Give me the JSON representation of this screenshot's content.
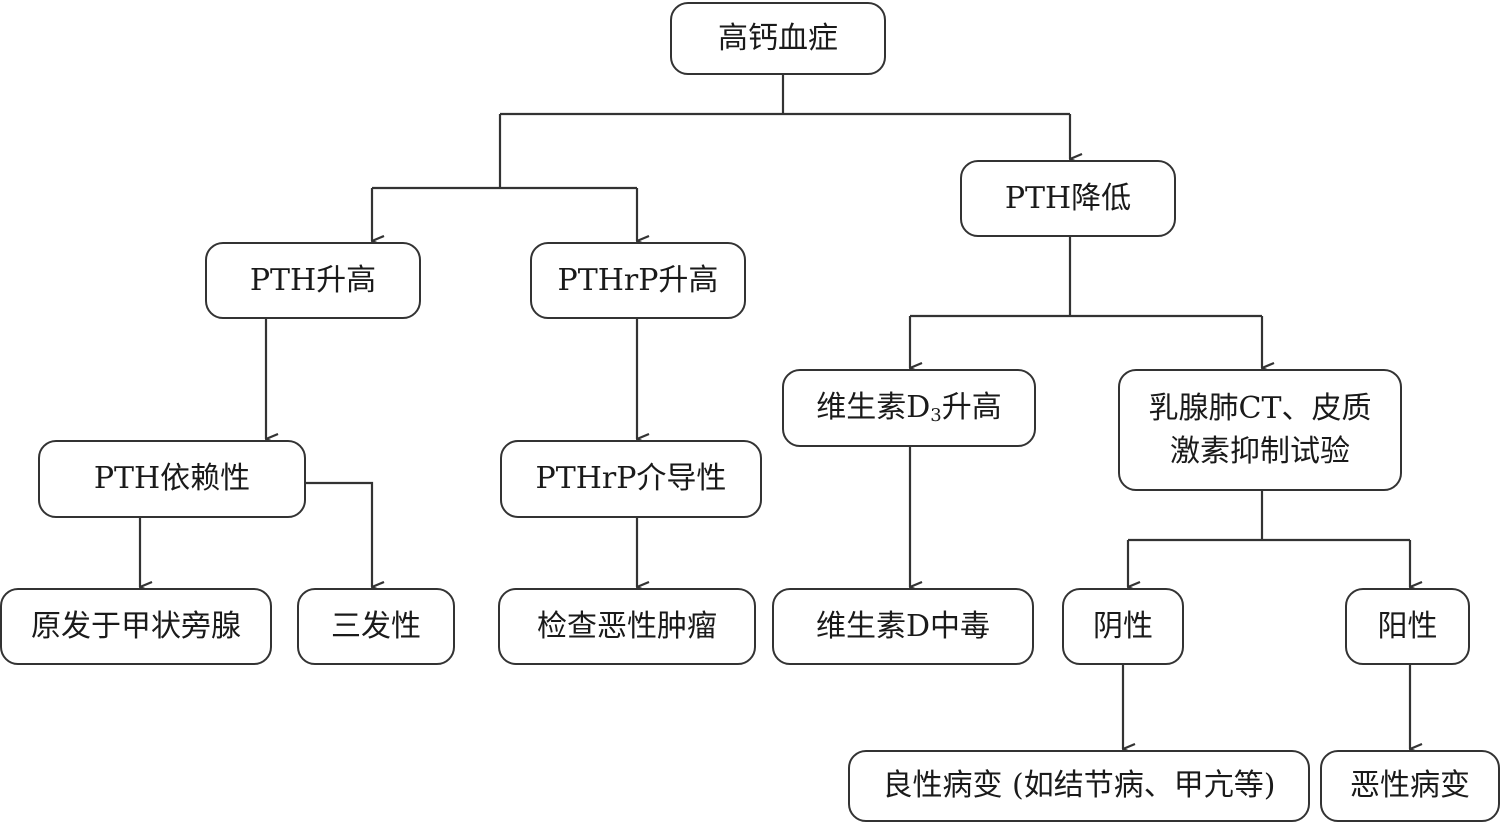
{
  "nodes": {
    "root": "高钙血症",
    "pth_high": "PTH升高",
    "pthrp_high": "PTHrP升高",
    "pth_low": "PTH降低",
    "pth_dependent": "PTH依赖性",
    "pthrp_mediated": "PTHrP介导性",
    "vitd3_high_prefix": "维生素D",
    "vitd3_high_sub": "3",
    "vitd3_high_suffix": "升高",
    "imaging_line1": "乳腺肺CT、皮质",
    "imaging_line2": "激素抑制试验",
    "primary_hpt": "原发于甲状旁腺",
    "tertiary": "三发性",
    "check_tumor": "检查恶性肿瘤",
    "vitd_toxicity": "维生素D中毒",
    "negative": "阴性",
    "positive": "阳性",
    "benign": "良性病变 (如结节病、甲亢等)",
    "malignant": "恶性病变"
  }
}
